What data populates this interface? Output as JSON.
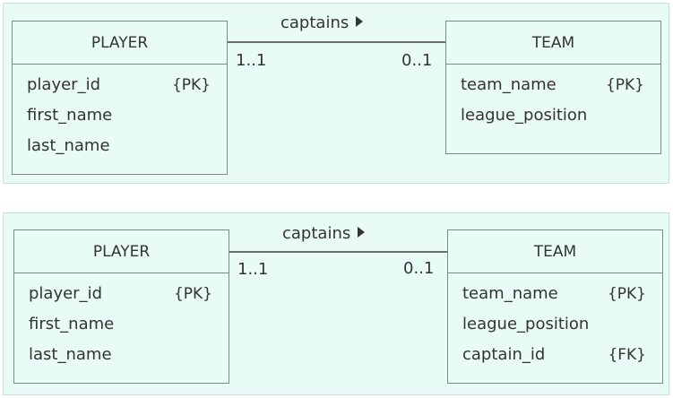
{
  "diagrams": [
    {
      "relationship": {
        "label": "captains",
        "left_multiplicity": "1..1",
        "right_multiplicity": "0..1"
      },
      "left_entity": {
        "name": "PLAYER",
        "attributes": [
          {
            "name": "player_id",
            "key": "{PK}"
          },
          {
            "name": "first_name",
            "key": ""
          },
          {
            "name": "last_name",
            "key": ""
          }
        ]
      },
      "right_entity": {
        "name": "TEAM",
        "attributes": [
          {
            "name": "team_name",
            "key": "{PK}"
          },
          {
            "name": "league_position",
            "key": ""
          }
        ]
      }
    },
    {
      "relationship": {
        "label": "captains",
        "left_multiplicity": "1..1",
        "right_multiplicity": "0..1"
      },
      "left_entity": {
        "name": "PLAYER",
        "attributes": [
          {
            "name": "player_id",
            "key": "{PK}"
          },
          {
            "name": "first_name",
            "key": ""
          },
          {
            "name": "last_name",
            "key": ""
          }
        ]
      },
      "right_entity": {
        "name": "TEAM",
        "attributes": [
          {
            "name": "team_name",
            "key": "{PK}"
          },
          {
            "name": "league_position",
            "key": ""
          },
          {
            "name": "captain_id",
            "key": "{FK}"
          }
        ]
      }
    }
  ],
  "colors": {
    "panel_bg": "#e8fbf7",
    "panel_border": "#bfe3da",
    "entity_border": "#7a8c88",
    "line": "#6b6b6b",
    "text": "#333333"
  }
}
